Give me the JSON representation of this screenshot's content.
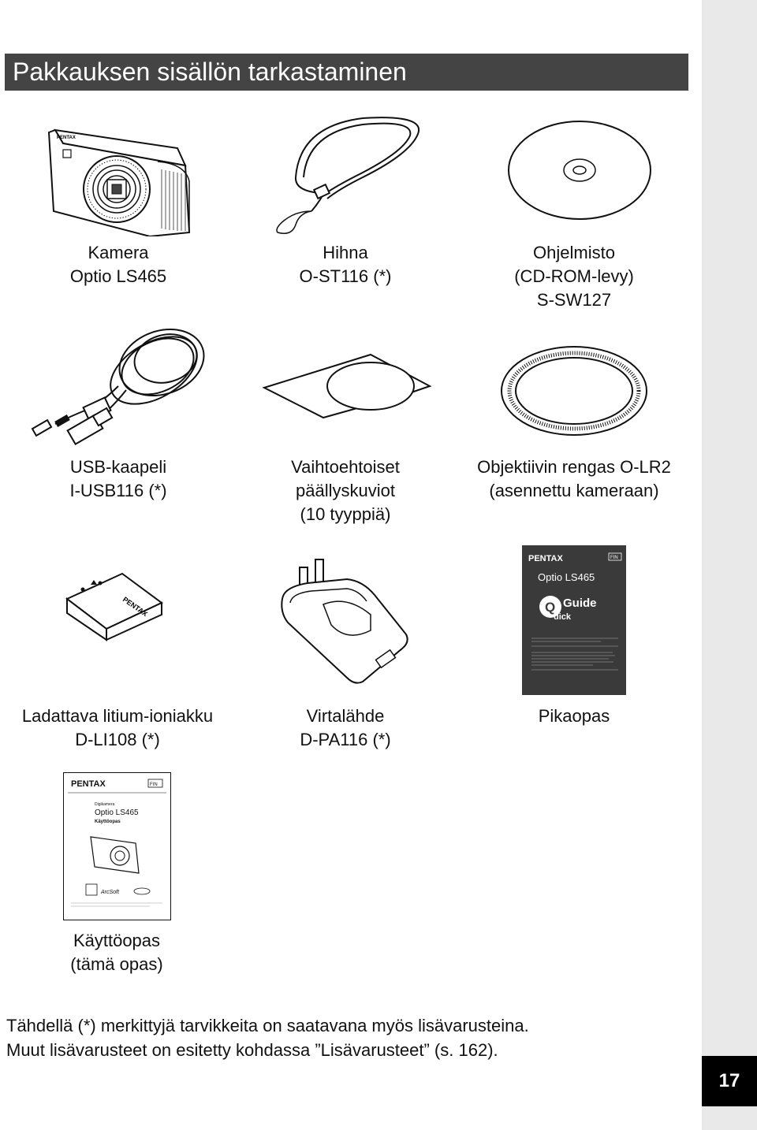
{
  "header": {
    "title": "Pakkauksen sisällön tarkastaminen"
  },
  "items": [
    {
      "line1": "Kamera",
      "line2": "Optio LS465",
      "line3": ""
    },
    {
      "line1": "Hihna",
      "line2": "O-ST116 (*)",
      "line3": ""
    },
    {
      "line1": "Ohjelmisto",
      "line2": "(CD-ROM-levy)",
      "line3": "S-SW127"
    },
    {
      "line1": "USB-kaapeli",
      "line2": "I-USB116 (*)",
      "line3": ""
    },
    {
      "line1": "Vaihtoehtoiset",
      "line2": "päällyskuviot",
      "line3": "(10 tyyppiä)"
    },
    {
      "line1": "Objektiivin rengas O-LR2",
      "line2": "(asennettu kameraan)",
      "line3": ""
    },
    {
      "line1": "Ladattava litium-ioniakku",
      "line2": "D-LI108 (*)",
      "line3": ""
    },
    {
      "line1": "Virtalähde",
      "line2": "D-PA116 (*)",
      "line3": ""
    },
    {
      "line1": "Pikaopas",
      "line2": "",
      "line3": ""
    },
    {
      "line1": "Käyttöopas",
      "line2": "(tämä opas)",
      "line3": ""
    }
  ],
  "product_print": {
    "brand": "PENTAX",
    "lang_badge": "FIN",
    "model_name": "Optio LS465",
    "guide_word": "Guide",
    "guide_q": "Q",
    "guide_uick": "uick",
    "manual_category": "Digikamera",
    "manual_title": "Käyttöopas",
    "logo_arcsoft": "ArcSoft"
  },
  "footnote": {
    "line1": "Tähdellä (*) merkittyjä tarvikkeita on saatavana myös lisävarusteina.",
    "line2": "Muut lisävarusteet on esitetty kohdassa ”Lisävarusteet” (s. 162)."
  },
  "page": {
    "number": "17"
  }
}
